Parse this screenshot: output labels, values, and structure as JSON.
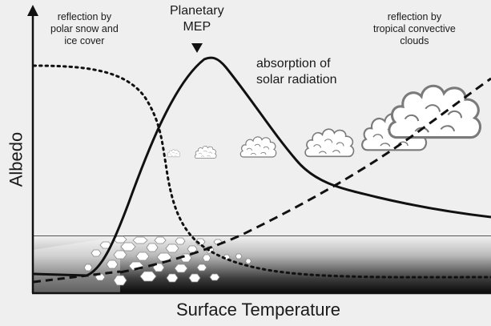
{
  "labels": {
    "polar_reflection": [
      "reflection by",
      "polar snow and",
      "ice cover"
    ],
    "planetary_mep": [
      "Planetary",
      "MEP"
    ],
    "absorption": [
      "absorption of",
      "solar radiation"
    ],
    "tropical_reflection": [
      "reflection by",
      "tropical convective",
      "clouds"
    ],
    "y_axis": "Albedo",
    "x_axis": "Surface Temperature"
  },
  "colors": {
    "background": "#efefef",
    "ink": "#111111",
    "cloud_fill": "#ffffff",
    "cloud_outline": "#7a7a7a",
    "gradient_top": "#f2f2f2",
    "gradient_bottom": "#0a0a0a"
  },
  "icons": [
    "peak-marker-icon",
    "cloud-icon",
    "ice-floe-icon"
  ]
}
